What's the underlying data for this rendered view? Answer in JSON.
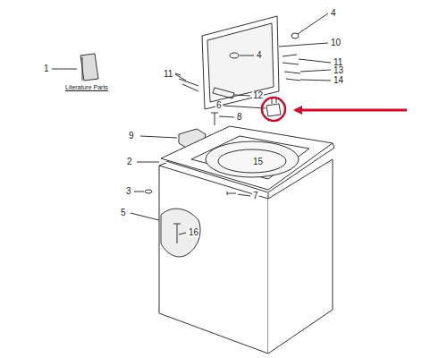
{
  "diagram": {
    "labels": [
      "1",
      "Literature Parts",
      "4",
      "10",
      "4",
      "11",
      "11",
      "13",
      "12",
      "14",
      "6",
      "8",
      "9",
      "2",
      "15",
      "3",
      "7",
      "5",
      "16"
    ]
  }
}
